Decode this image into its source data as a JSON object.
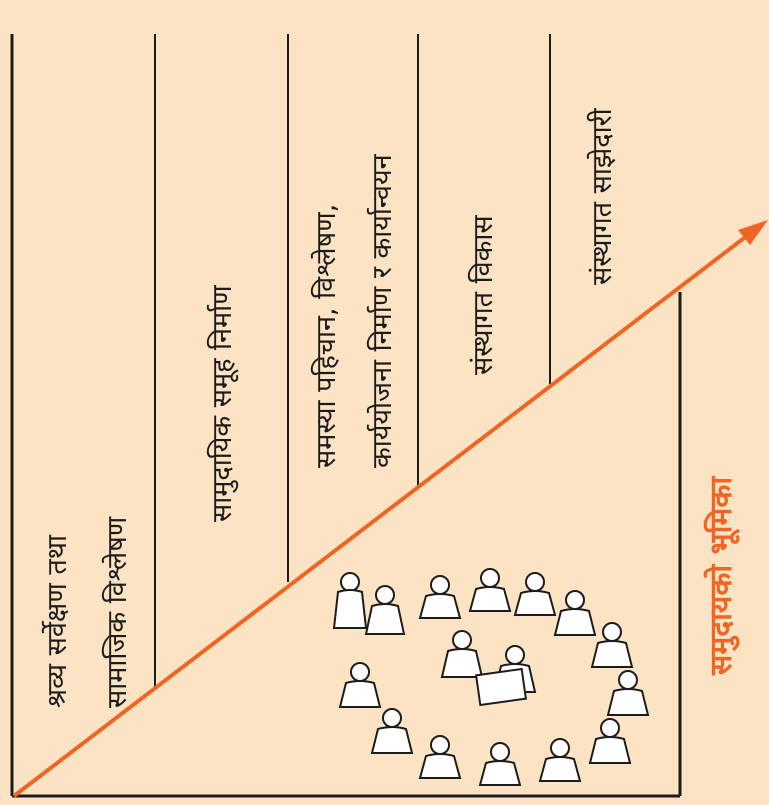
{
  "colors": {
    "background": "#fce3c3",
    "line": "#1c1c1c",
    "arrow": "#f06424"
  },
  "steps": [
    {
      "lines": [
        "श्रव्य सर्वेक्षण तथा",
        "सामाजिक विश्लेषण"
      ]
    },
    {
      "lines": [
        "सामुदायिक समूह निर्माण"
      ]
    },
    {
      "lines": [
        "समस्या पहिचान, विश्लेषण,",
        "कार्ययोजना निर्माण र कार्यान्वयन"
      ]
    },
    {
      "lines": [
        "संस्थागत विकास"
      ]
    },
    {
      "lines": [
        "संस्थागत साझेदारी"
      ]
    }
  ],
  "arrow_label": "समुदायको भूमिका",
  "illustration": {
    "icon": "community-meeting-circle-illustration"
  }
}
